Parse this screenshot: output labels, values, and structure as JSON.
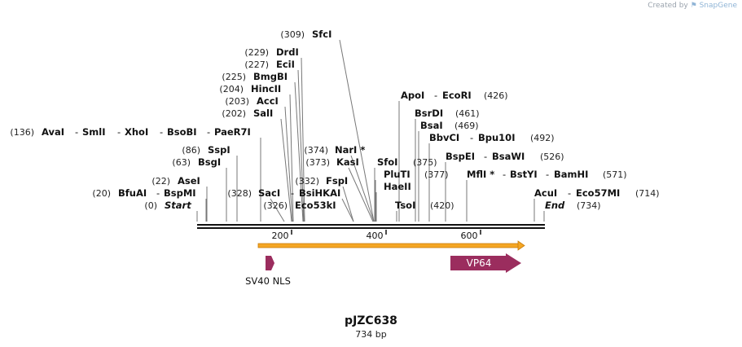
{
  "credit": {
    "prefix": "Created by",
    "brand": "SnapGene"
  },
  "plasmid": {
    "name": "pJZC638",
    "length": "734 bp"
  },
  "ruler": {
    "ticks": [
      "200",
      "400",
      "600"
    ]
  },
  "sites": [
    {
      "pos": "(309)",
      "names": [
        "SfcI"
      ]
    },
    {
      "pos": "(229)",
      "names": [
        "DrdI"
      ]
    },
    {
      "pos": "(227)",
      "names": [
        "EciI"
      ]
    },
    {
      "pos": "(225)",
      "names": [
        "BmgBI"
      ]
    },
    {
      "pos": "(204)",
      "names": [
        "HincII"
      ]
    },
    {
      "pos": "(203)",
      "names": [
        "AccI"
      ]
    },
    {
      "pos": "(202)",
      "names": [
        "SalI"
      ]
    },
    {
      "pos": "(136)",
      "names": [
        "AvaI",
        "SmlI",
        "XhoI",
        "BsoBI",
        "PaeR7I"
      ]
    },
    {
      "pos": "(86)",
      "names": [
        "SspI"
      ]
    },
    {
      "pos": "(63)",
      "names": [
        "BsgI"
      ]
    },
    {
      "pos": "(22)",
      "names": [
        "AseI"
      ]
    },
    {
      "pos": "(20)",
      "names": [
        "BfuAI",
        "BspMI"
      ]
    },
    {
      "pos": "(0)",
      "names": [
        "Start"
      ]
    },
    {
      "pos": "(328)",
      "names": [
        "SacI",
        "BsiHKAI"
      ]
    },
    {
      "pos": "(326)",
      "names": [
        "Eco53kI"
      ]
    },
    {
      "pos": "(374)",
      "names": [
        "NarI *"
      ]
    },
    {
      "pos": "(373)",
      "names": [
        "KasI"
      ]
    },
    {
      "pos": "(332)",
      "names": [
        "FspI"
      ]
    },
    {
      "pos": "(375)",
      "names": [
        "SfoI"
      ]
    },
    {
      "pos": "(377)",
      "names": [
        "PluTI"
      ]
    },
    {
      "pos": "",
      "names": [
        "HaeII"
      ]
    },
    {
      "pos": "(420)",
      "names": [
        "TsoI"
      ]
    },
    {
      "pos": "(426)",
      "names": [
        "ApoI",
        "EcoRI"
      ]
    },
    {
      "pos": "(461)",
      "names": [
        "BsrDI"
      ]
    },
    {
      "pos": "(469)",
      "names": [
        "BsaI"
      ]
    },
    {
      "pos": "(492)",
      "names": [
        "BbvCI",
        "Bpu10I"
      ]
    },
    {
      "pos": "(526)",
      "names": [
        "BspEI",
        "BsaWI"
      ]
    },
    {
      "pos": "(571)",
      "names": [
        "MflI *",
        "BstYI",
        "BamHI"
      ]
    },
    {
      "pos": "(714)",
      "names": [
        "AcuI",
        "Eco57MI"
      ]
    },
    {
      "pos": "(734)",
      "names": [
        "End"
      ]
    }
  ],
  "features": [
    {
      "name": "SV40 NLS",
      "color": "#9b2d5e"
    },
    {
      "name": "VP64",
      "color": "#9b2d5e"
    }
  ],
  "colors": {
    "orf_fill": "#f5a623",
    "orf_edge": "#c97c0b",
    "feature": "#9b2d5e"
  }
}
